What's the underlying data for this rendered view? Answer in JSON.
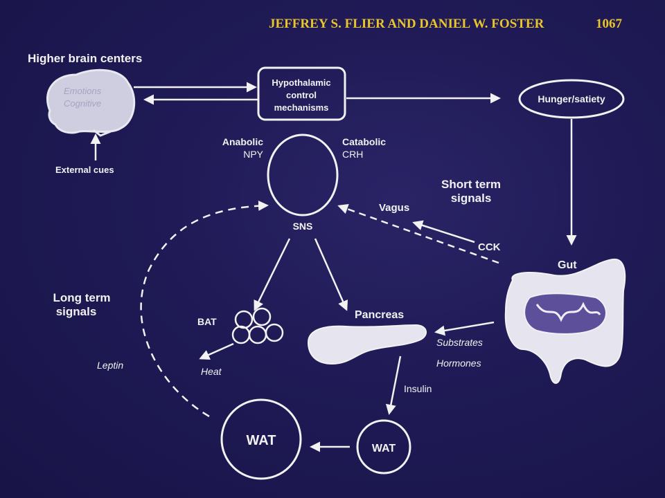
{
  "header": {
    "authors": "JEFFREY S. FLIER AND DANIEL W. FOSTER",
    "page_number": "1067"
  },
  "brain": {
    "title": "Higher brain centers",
    "line1": "Emotions",
    "line2": "Cognitive",
    "external_cues": "External cues"
  },
  "hypothalamus": {
    "line1": "Hypothalamic",
    "line2": "control",
    "line3": "mechanisms"
  },
  "hunger": "Hunger/satiety",
  "anabolic": {
    "line1": "Anabolic",
    "line2": "NPY"
  },
  "catabolic": {
    "line1": "Catabolic",
    "line2": "CRH"
  },
  "sns": "SNS",
  "short_term": {
    "line1": "Short term",
    "line2": "signals"
  },
  "long_term": {
    "line1": "Long term",
    "line2": "signals"
  },
  "vagus": "Vagus",
  "cck": "CCK",
  "gut": "Gut",
  "bat": "BAT",
  "heat": "Heat",
  "pancreas": "Pancreas",
  "substrates": "Substrates",
  "hormones": "Hormones",
  "insulin": "Insulin",
  "leptin": "Leptin",
  "wat_small": "WAT",
  "wat_large": "WAT",
  "colors": {
    "background": "#1f1a55",
    "foreground": "#f2f2f2",
    "header": "#e8c52c"
  }
}
